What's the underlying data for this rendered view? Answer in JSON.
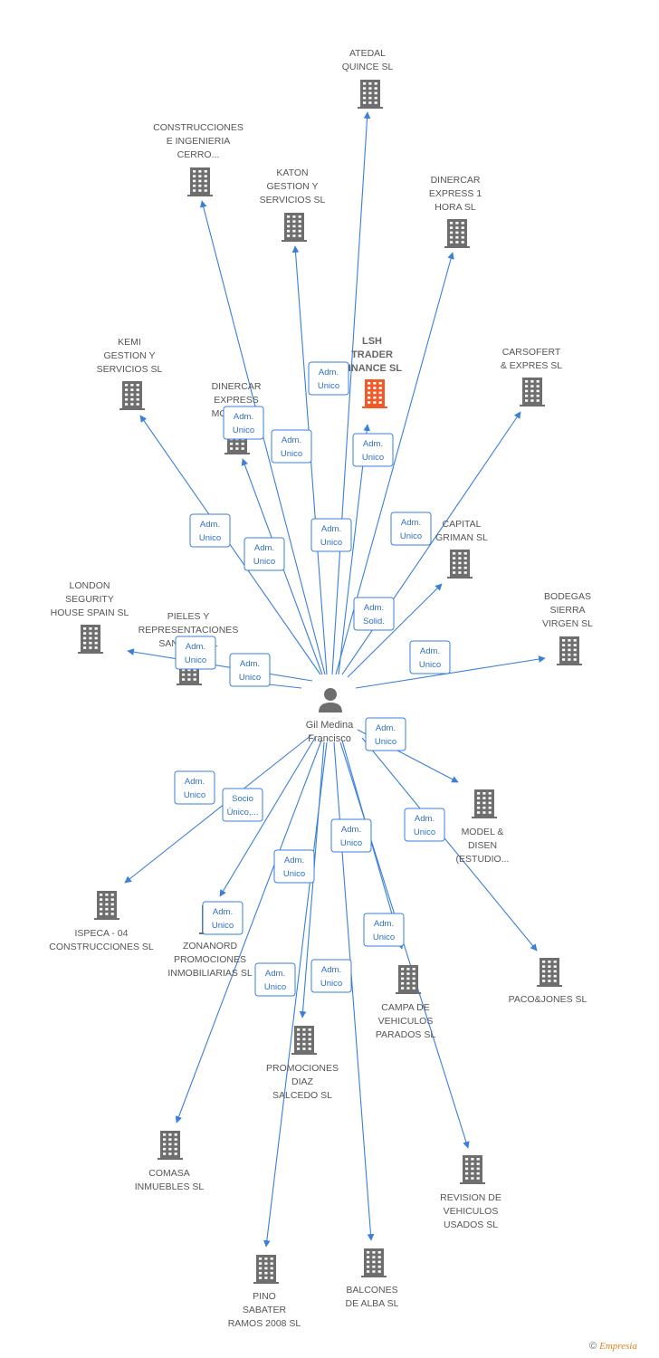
{
  "person": {
    "name": "Gil Medina Francisco",
    "lines": [
      "Gil Medina",
      "Francisco"
    ]
  },
  "colors": {
    "edge": "#3a7fd8",
    "building": "#6e6e6e",
    "building_main": "#f05a28",
    "role_text": "#2f6fc4"
  },
  "companies": [
    {
      "id": "atedal",
      "lines": [
        "ATEDAL",
        "QUINCE SL"
      ],
      "role": [
        "Adm.",
        "Unico"
      ]
    },
    {
      "id": "construcciones-cerro",
      "lines": [
        "CONSTRUCCIONES",
        "E INGENIERIA",
        "CERRO..."
      ],
      "role": [
        "Adm.",
        "Unico"
      ]
    },
    {
      "id": "katon",
      "lines": [
        "KATON",
        "GESTION Y",
        "SERVICIOS SL"
      ],
      "role": [
        "Adm.",
        "Unico"
      ]
    },
    {
      "id": "dinercar-express-1",
      "lines": [
        "DINERCAR",
        "EXPRESS 1",
        "HORA SL"
      ],
      "role": [
        "Adm.",
        "Unico"
      ]
    },
    {
      "id": "lsh-trader",
      "lines": [
        "LSH",
        "TRADER",
        "FINANCE SL"
      ],
      "role": [
        "Adm.",
        "Unico"
      ],
      "main": true
    },
    {
      "id": "carsofert",
      "lines": [
        "CARSOFERT",
        "& EXPRES SL"
      ],
      "role": [
        "Adm.",
        "Unico"
      ]
    },
    {
      "id": "kemi",
      "lines": [
        "KEMI",
        "GESTION Y",
        "SERVICIOS SL"
      ],
      "role": [
        "Adm.",
        "Unico"
      ]
    },
    {
      "id": "dinercar-motor",
      "lines": [
        "DINERCAR",
        "EXPRESS",
        "MOTOR SL"
      ],
      "role": [
        "Adm.",
        "Unico"
      ]
    },
    {
      "id": "capital",
      "lines": [
        "CAPITAL",
        "GRIMAN SL"
      ],
      "role": [
        "Adm.",
        "Solid."
      ]
    },
    {
      "id": "london",
      "lines": [
        "LONDON",
        "SEGURITY",
        "HOUSE SPAIN SL"
      ],
      "role": [
        "Adm.",
        "Unico"
      ]
    },
    {
      "id": "pieles",
      "lines": [
        "PIELES Y",
        "REPRESENTACIONES",
        "SANTAPO  SL"
      ],
      "role": [
        "Adm.",
        "Unico"
      ]
    },
    {
      "id": "bodegas",
      "lines": [
        "BODEGAS",
        "SIERRA",
        "VIRGEN SL"
      ],
      "role": [
        "Adm.",
        "Unico"
      ]
    },
    {
      "id": "model",
      "lines": [
        "MODEL &",
        "DISEN",
        "(ESTUDIO..."
      ],
      "role": [
        "Adm.",
        "Unico"
      ]
    },
    {
      "id": "ispeca",
      "lines": [
        "ISPECA -  04",
        "CONSTRUCCIONES SL"
      ],
      "role": [
        "Adm.",
        "Unico"
      ]
    },
    {
      "id": "zonanord",
      "lines": [
        "ZONANORD",
        "PROMOCIONES",
        "INMOBILIARIAS SL"
      ],
      "role": [
        "Socio",
        "Único,..."
      ]
    },
    {
      "id": "paco",
      "lines": [
        "PACO&JONES SL"
      ],
      "role": [
        "Adm.",
        "Unico"
      ]
    },
    {
      "id": "campa",
      "lines": [
        "CAMPA DE",
        "VEHICULOS",
        "PARADOS SL"
      ],
      "role": [
        "Adm.",
        "Unico"
      ]
    },
    {
      "id": "promociones-diaz",
      "lines": [
        "PROMOCIONES",
        "DIAZ",
        "SALCEDO SL"
      ],
      "role": [
        "Adm.",
        "Unico"
      ]
    },
    {
      "id": "comasa",
      "lines": [
        "COMASA",
        "INMUEBLES SL"
      ],
      "role": [
        "Adm.",
        "Unico"
      ]
    },
    {
      "id": "revision",
      "lines": [
        "REVISION DE",
        "VEHICULOS",
        "USADOS SL"
      ],
      "role": [
        "Adm.",
        "Unico"
      ]
    },
    {
      "id": "pino",
      "lines": [
        "PINO",
        "SABATER",
        "RAMOS 2008 SL"
      ],
      "role": [
        "Adm.",
        "Unico"
      ]
    },
    {
      "id": "balcones",
      "lines": [
        "BALCONES",
        "DE ALBA SL"
      ],
      "role": [
        "Adm.",
        "Unico"
      ]
    }
  ],
  "footer": {
    "copyright": "©",
    "brand": "Empresia"
  }
}
